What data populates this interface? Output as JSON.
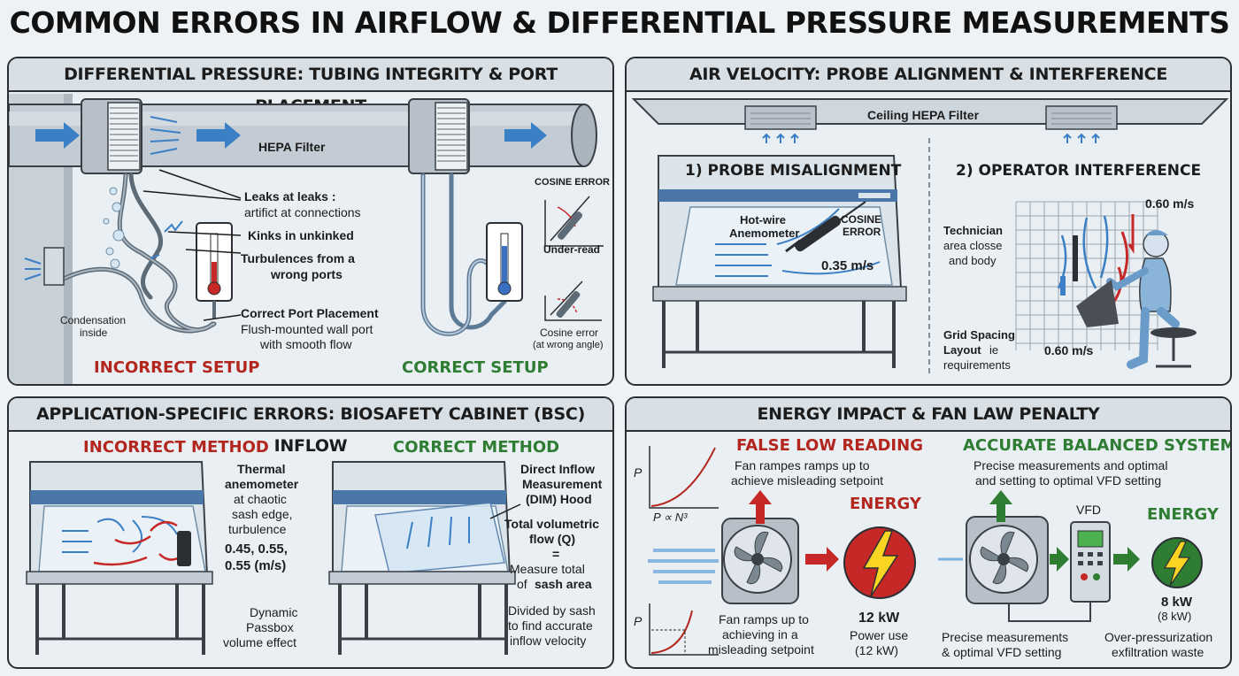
{
  "title": "COMMON ERRORS IN AIRFLOW & DIFFERENTIAL PRESSURE MEASUREMENTS",
  "panel1": {
    "heading": "DIFFERENTIAL PRESSURE: TUBING INTEGRITY & PORT PLACEMENT",
    "hepa": "HEPA Filter",
    "leaks": "Leaks at leaks :",
    "leaks2": "artifict at connections",
    "kinks": "Kinks in unkinked",
    "turb1": "Turbulences from a",
    "turb2": "wrong ports",
    "cond1": "Condensation",
    "cond2": "inside",
    "port1": "Correct Port Placement",
    "port2": "Flush-mounted wall port",
    "port3": "with smooth flow",
    "incorrect": "INCORRECT SETUP",
    "correct": "CORRECT SETUP",
    "cosine_title": "COSINE ERROR",
    "underread": "Under-read",
    "cosine2a": "Cosine error",
    "cosine2b": "(at wrong angle)"
  },
  "panel2": {
    "heading": "AIR VELOCITY: PROBE ALIGNMENT & INTERFERENCE",
    "ceiling": "Ceiling HEPA Filter",
    "mis": "1) PROBE MISALIGNMENT",
    "op": "2) OPERATOR INTERFERENCE",
    "hot1": "Hot-wire",
    "hot2": "Anemometer",
    "cos1": "COSINE",
    "cos2": "ERROR",
    "v1": "0.35 m/s",
    "v2": "0.60 m/s",
    "v3": "0.60 m/s",
    "tech1": "Technician",
    "tech2": "area closse",
    "tech3": "and body",
    "grid1": "Grid Spacing",
    "grid2": "Layout",
    "grid2b": "ie",
    "grid3": "requirements"
  },
  "panel3": {
    "heading": "APPLICATION-SPECIFIC ERRORS: BIOSAFETY CABINET (BSC) INFLOW",
    "incorrect": "INCORRECT METHOD",
    "correct": "CORRECT METHOD",
    "therm1": "Thermal",
    "therm2": "anemometer",
    "therm3": "at chaotic",
    "therm4": "sash edge,",
    "therm5": "turbulence",
    "vals1": "0.45, 0.55,",
    "vals2": "0.55 (m/s)",
    "dyn1": "Dynamic",
    "dyn2": "Passbox",
    "dyn3": "volume effect",
    "dim1": "Direct Inflow",
    "dim2": "Measurement",
    "dim3": "(DIM) Hood",
    "tot1": "Total volumetric",
    "tot2": "flow (Q)",
    "eq": "=",
    "meas1": "Measure total",
    "meas2a": "of",
    "meas2b": "sash area",
    "div1": "Divided by sash",
    "div2": "to find accurate",
    "div3": "inflow velocity"
  },
  "panel4": {
    "heading": "ENERGY IMPACT & FAN LAW PENALTY",
    "axis_p": "P",
    "law": "P ∝ N³",
    "axis_p2": "P",
    "false_title": "FALSE LOW READING",
    "false1": "Fan rampes ramps up to",
    "false2": "achieve misleading setpoint",
    "energy_red": "ENERGY",
    "kw_red": "12 kW",
    "power1": "Power use",
    "power2": "(12 kW)",
    "ramps1": "Fan ramps up to",
    "ramps2": "achieving in a",
    "ramps3": "misleading setpoint",
    "acc_title": "ACCURATE BALANCED SYSTEM",
    "acc1": "Precise measurements and optimal",
    "acc2": "and setting to optimal VFD setting",
    "vfd": "VFD",
    "energy_green": "ENERGY",
    "kw_green": "8 kW",
    "kw_green2": "(8 kW)",
    "prec1": "Precise measurements",
    "prec2": "& optimal VFD setting",
    "over1": "Over-pressurization",
    "over2": "exfiltration waste"
  }
}
